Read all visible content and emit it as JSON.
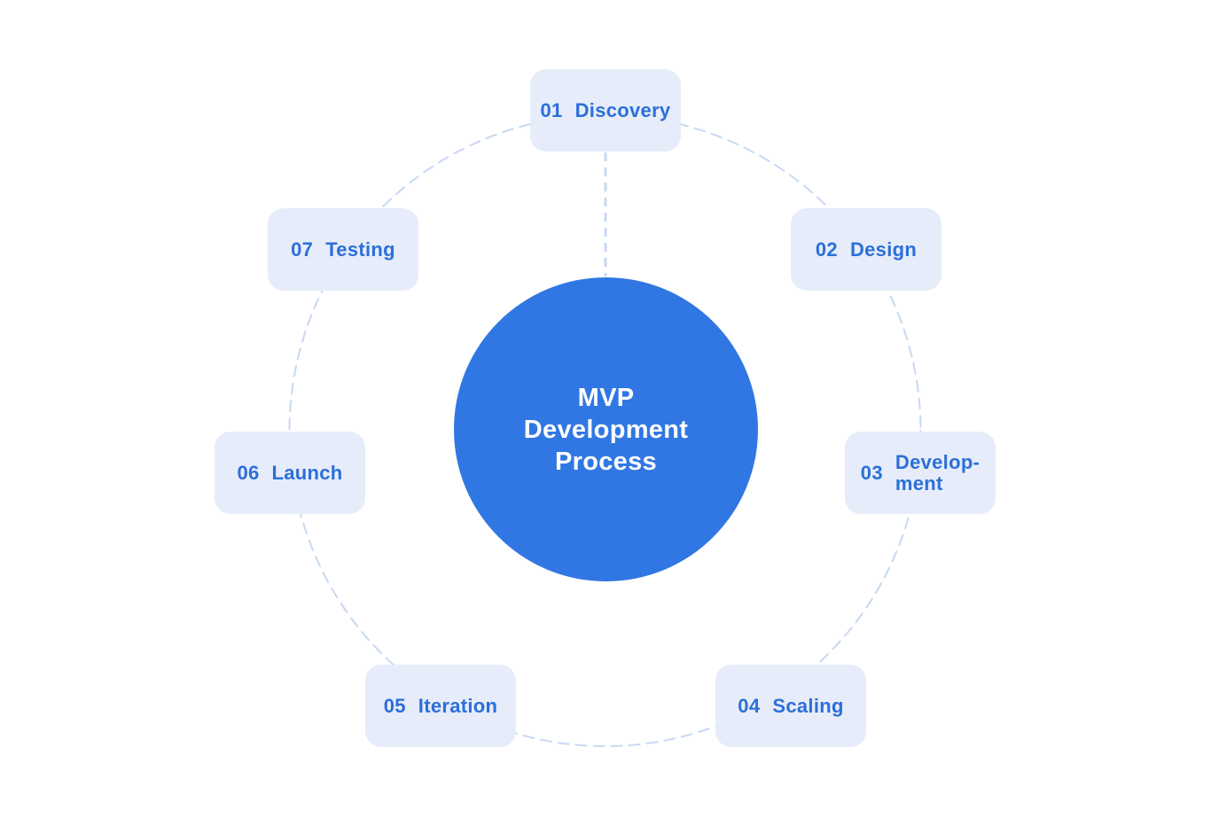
{
  "diagram": {
    "center": {
      "title_lines": [
        "MVP",
        "Development",
        "Process"
      ],
      "circle_color": "#3077E3",
      "text_color": "#FFFFFF"
    },
    "steps": [
      {
        "number": "01",
        "label": "Discovery",
        "lines": [
          "Discovery"
        ]
      },
      {
        "number": "02",
        "label": "Design",
        "lines": [
          "Design"
        ]
      },
      {
        "number": "03",
        "label": "Development",
        "lines": [
          "Develop-",
          "ment"
        ]
      },
      {
        "number": "04",
        "label": "Scaling",
        "lines": [
          "Scaling"
        ]
      },
      {
        "number": "05",
        "label": "Iteration",
        "lines": [
          "Iteration"
        ]
      },
      {
        "number": "06",
        "label": "Launch",
        "lines": [
          "Launch"
        ]
      },
      {
        "number": "07",
        "label": "Testing",
        "lines": [
          "Testing"
        ]
      }
    ],
    "colors": {
      "page_background": "#FFFFFF",
      "card_background": "#E6ECF9",
      "card_text": "#2B6FD9",
      "dashed_line": "#C8D8F2"
    }
  }
}
